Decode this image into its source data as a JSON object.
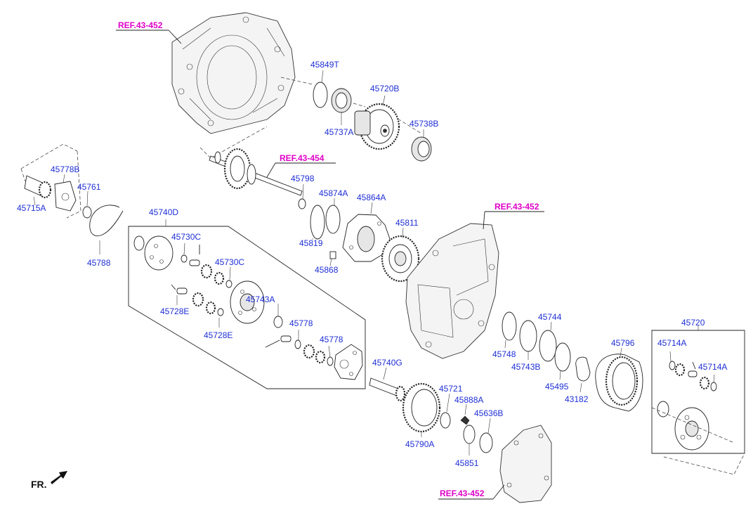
{
  "diagram": {
    "refs": [
      "REF.43-452",
      "REF.43-454",
      "REF.43-452",
      "REF.43-452"
    ],
    "parts": {
      "p45849T": "45849T",
      "p45720B": "45720B",
      "p45737A": "45737A",
      "p45738B": "45738B",
      "p45778B": "45778B",
      "p45761": "45761",
      "p45715A": "45715A",
      "p45788": "45788",
      "p45798": "45798",
      "p45874A": "45874A",
      "p45864A": "45864A",
      "p45819": "45819",
      "p45811": "45811",
      "p45868": "45868",
      "p45740D": "45740D",
      "p45730C_a": "45730C",
      "p45730C_b": "45730C",
      "p45743A": "45743A",
      "p45728E_a": "45728E",
      "p45728E_b": "45728E",
      "p45778_a": "45778",
      "p45778_b": "45778",
      "p45740G": "45740G",
      "p45721": "45721",
      "p45888A": "45888A",
      "p45636B": "45636B",
      "p45790A": "45790A",
      "p45851": "45851",
      "p45744": "45744",
      "p45748": "45748",
      "p45743B": "45743B",
      "p45495": "45495",
      "p43182": "43182",
      "p45796": "45796",
      "p45720": "45720",
      "p45714A_a": "45714A",
      "p45714A_b": "45714A"
    },
    "front_label": "FR."
  }
}
